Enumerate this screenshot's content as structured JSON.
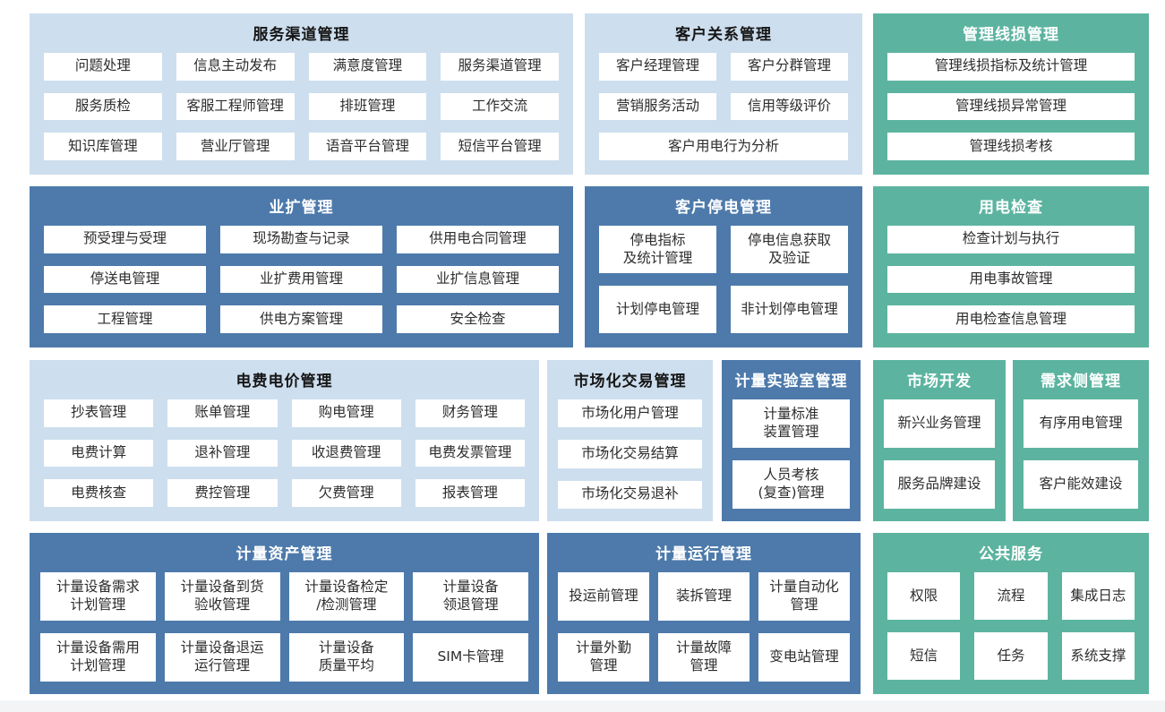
{
  "palette": {
    "light_blue": "#cddeee",
    "dark_blue": "#4d7aab",
    "teal": "#5cb4a0",
    "cell_bg": "#ffffff",
    "cell_text": "#2d2d2d",
    "title_on_light": "#161616",
    "title_on_color": "#ffffff"
  },
  "blocks": [
    {
      "title": "服务渠道管理",
      "style": "light",
      "rows": [
        [
          "问题处理",
          "信息主动发布",
          "满意度管理",
          "服务渠道管理"
        ],
        [
          "服务质检",
          "客服工程师管理",
          "排班管理",
          "工作交流"
        ],
        [
          "知识库管理",
          "营业厅管理",
          "语音平台管理",
          "短信平台管理"
        ]
      ]
    },
    {
      "title": "客户关系管理",
      "style": "light",
      "rows": [
        [
          "客户经理管理",
          "客户分群管理"
        ],
        [
          "营销服务活动",
          "信用等级评价"
        ],
        [
          "客户用电行为分析"
        ]
      ]
    },
    {
      "title": "管理线损管理",
      "style": "teal",
      "rows": [
        [
          "管理线损指标及统计管理"
        ],
        [
          "管理线损异常管理"
        ],
        [
          "管理线损考核"
        ]
      ]
    },
    {
      "title": "业扩管理",
      "style": "dark",
      "rows": [
        [
          "预受理与受理",
          "现场勘查与记录",
          "供用电合同管理"
        ],
        [
          "停送电管理",
          "业扩费用管理",
          "业扩信息管理"
        ],
        [
          "工程管理",
          "供电方案管理",
          "安全检查"
        ]
      ]
    },
    {
      "title": "客户停电管理",
      "style": "dark",
      "rows": [
        [
          "停电指标\n及统计管理",
          "停电信息获取\n及验证"
        ],
        [
          "计划停电管理",
          "非计划停电管理"
        ]
      ]
    },
    {
      "title": "用电检查",
      "style": "teal",
      "rows": [
        [
          "检查计划与执行"
        ],
        [
          "用电事故管理"
        ],
        [
          "用电检查信息管理"
        ]
      ]
    },
    {
      "title": "电费电价管理",
      "style": "light",
      "rows": [
        [
          "抄表管理",
          "账单管理",
          "购电管理",
          "财务管理"
        ],
        [
          "电费计算",
          "退补管理",
          "收退费管理",
          "电费发票管理"
        ],
        [
          "电费核查",
          "费控管理",
          "欠费管理",
          "报表管理"
        ]
      ]
    },
    {
      "title": "市场化交易管理",
      "style": "light",
      "rows": [
        [
          "市场化用户管理"
        ],
        [
          "市场化交易结算"
        ],
        [
          "市场化交易退补"
        ]
      ]
    },
    {
      "title": "计量实验室管理",
      "style": "dark",
      "rows": [
        [
          "计量标准\n装置管理"
        ],
        [
          "人员考核\n(复查)管理"
        ]
      ]
    },
    {
      "title": "市场开发",
      "style": "teal",
      "rows": [
        [
          "新兴业务管理"
        ],
        [
          "服务品牌建设"
        ]
      ]
    },
    {
      "title": "需求侧管理",
      "style": "teal",
      "rows": [
        [
          "有序用电管理"
        ],
        [
          "客户能效建设"
        ]
      ]
    },
    {
      "title": "计量资产管理",
      "style": "dark",
      "rows": [
        [
          "计量设备需求\n计划管理",
          "计量设备到货\n验收管理",
          "计量设备检定\n/检测管理",
          "计量设备\n领退管理"
        ],
        [
          "计量设备需用\n计划管理",
          "计量设备退运\n运行管理",
          "计量设备\n质量平均",
          "SIM卡管理"
        ]
      ]
    },
    {
      "title": "计量运行管理",
      "style": "dark",
      "rows": [
        [
          "投运前管理",
          "装拆管理",
          "计量自动化\n管理"
        ],
        [
          "计量外勤\n管理",
          "计量故障\n管理",
          "变电站管理"
        ]
      ]
    },
    {
      "title": "公共服务",
      "style": "teal",
      "rows": [
        [
          "权限",
          "流程",
          "集成日志"
        ],
        [
          "短信",
          "任务",
          "系统支撑"
        ]
      ]
    }
  ]
}
